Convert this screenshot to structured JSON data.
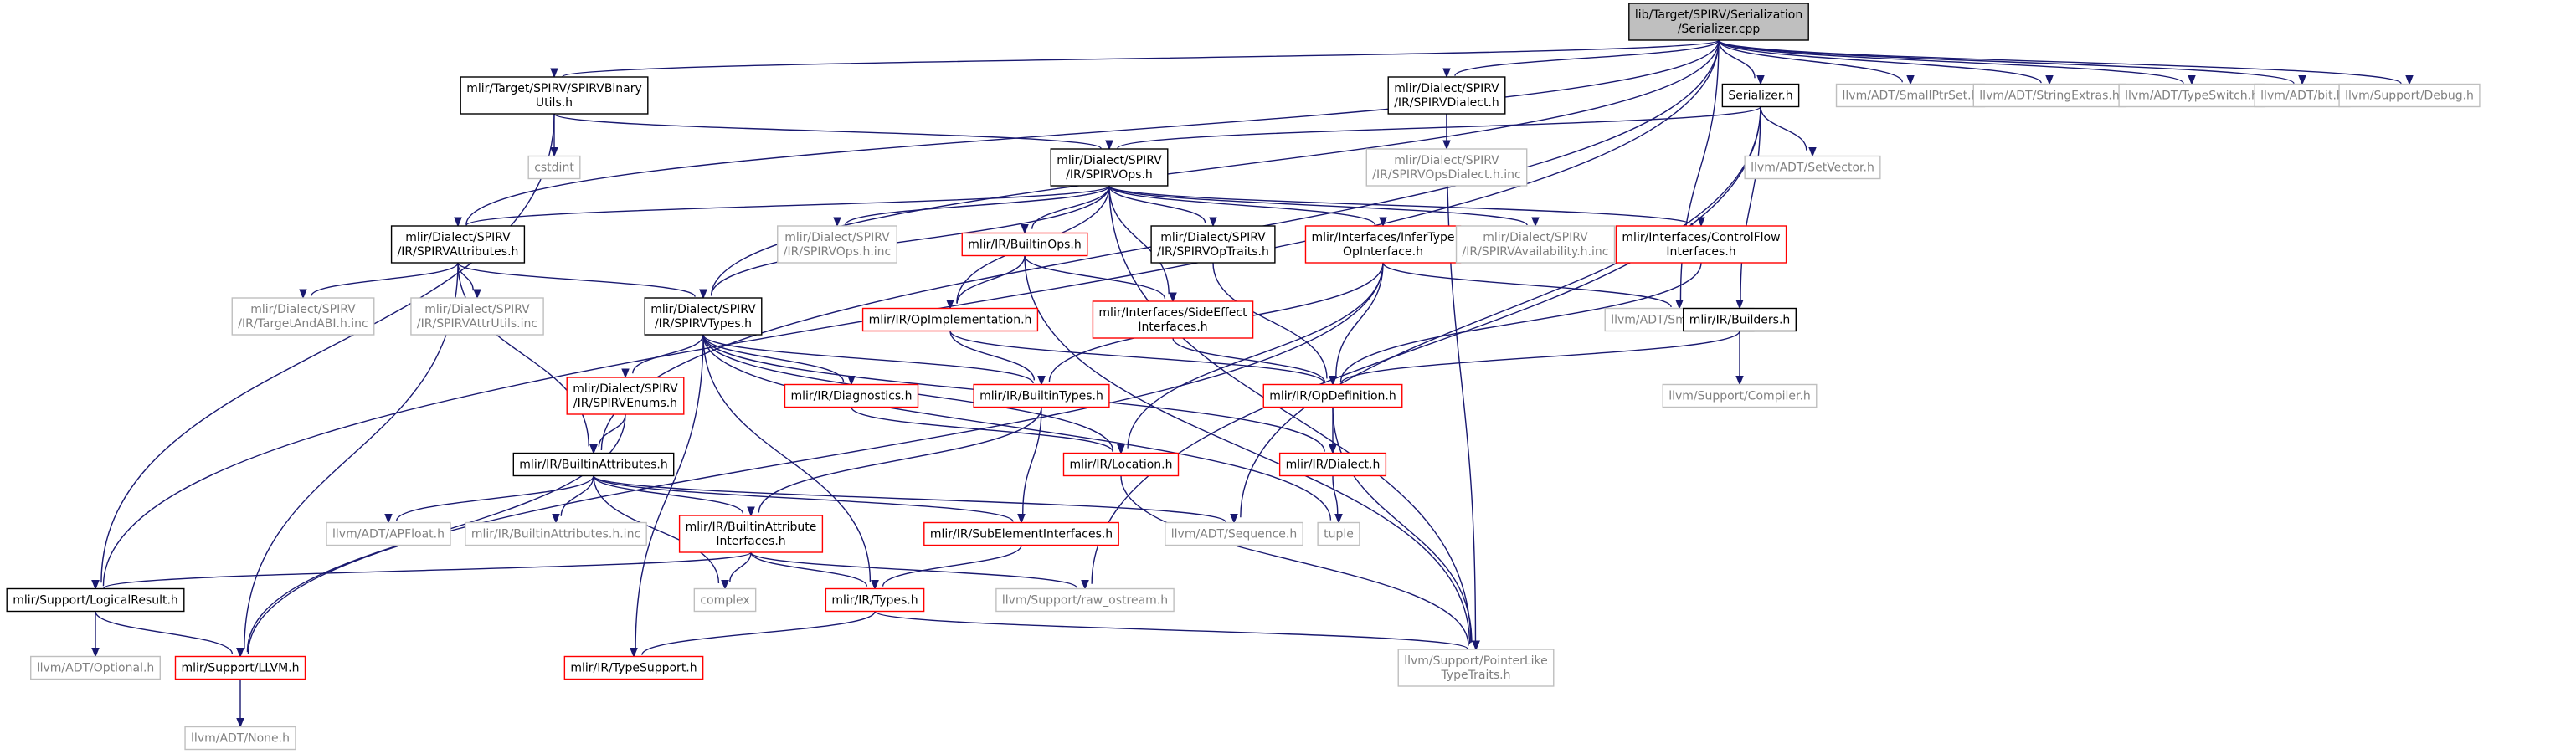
{
  "diagram": {
    "kind": "include-dependency-graph",
    "colors": {
      "edge": "#191970",
      "root_fill": "#bfbfbf",
      "normal_border": "#000000",
      "external_border": "#ff0000",
      "missing_border": "#bfbfbf",
      "missing_text": "#808080"
    },
    "nodes": [
      {
        "id": "root",
        "lines": [
          "lib/Target/SPIRV/Serialization",
          "/Serializer.cpp"
        ],
        "style": "root"
      },
      {
        "id": "binutils",
        "lines": [
          "mlir/Target/SPIRV/SPIRVBinary",
          "Utils.h"
        ],
        "style": "normal"
      },
      {
        "id": "spdialect",
        "lines": [
          "mlir/Dialect/SPIRV",
          "/IR/SPIRVDialect.h"
        ],
        "style": "normal"
      },
      {
        "id": "serh",
        "lines": [
          "Serializer.h"
        ],
        "style": "normal"
      },
      {
        "id": "smallptr",
        "lines": [
          "llvm/ADT/SmallPtrSet.h"
        ],
        "style": "missing"
      },
      {
        "id": "strextras",
        "lines": [
          "llvm/ADT/StringExtras.h"
        ],
        "style": "missing"
      },
      {
        "id": "typeswitch",
        "lines": [
          "llvm/ADT/TypeSwitch.h"
        ],
        "style": "missing"
      },
      {
        "id": "bit",
        "lines": [
          "llvm/ADT/bit.h"
        ],
        "style": "missing"
      },
      {
        "id": "debug",
        "lines": [
          "llvm/Support/Debug.h"
        ],
        "style": "missing"
      },
      {
        "id": "cstdint",
        "lines": [
          "cstdint"
        ],
        "style": "missing"
      },
      {
        "id": "spopsdialectinc",
        "lines": [
          "mlir/Dialect/SPIRV",
          "/IR/SPIRVOpsDialect.h.inc"
        ],
        "style": "missing"
      },
      {
        "id": "spops",
        "lines": [
          "mlir/Dialect/SPIRV",
          "/IR/SPIRVOps.h"
        ],
        "style": "normal"
      },
      {
        "id": "setvector",
        "lines": [
          "llvm/ADT/SetVector.h"
        ],
        "style": "missing"
      },
      {
        "id": "spattrs",
        "lines": [
          "mlir/Dialect/SPIRV",
          "/IR/SPIRVAttributes.h"
        ],
        "style": "normal"
      },
      {
        "id": "spopsinc",
        "lines": [
          "mlir/Dialect/SPIRV",
          "/IR/SPIRVOps.h.inc"
        ],
        "style": "missing"
      },
      {
        "id": "builtinops",
        "lines": [
          "mlir/IR/BuiltinOps.h"
        ],
        "style": "external"
      },
      {
        "id": "spoptraits",
        "lines": [
          "mlir/Dialect/SPIRV",
          "/IR/SPIRVOpTraits.h"
        ],
        "style": "normal"
      },
      {
        "id": "infertype",
        "lines": [
          "mlir/Interfaces/InferType",
          "OpInterface.h"
        ],
        "style": "external"
      },
      {
        "id": "spavail",
        "lines": [
          "mlir/Dialect/SPIRV",
          "/IR/SPIRVAvailability.h.inc"
        ],
        "style": "missing"
      },
      {
        "id": "ctrlflow",
        "lines": [
          "mlir/Interfaces/ControlFlow",
          "Interfaces.h"
        ],
        "style": "external"
      },
      {
        "id": "targetabi",
        "lines": [
          "mlir/Dialect/SPIRV",
          "/IR/TargetAndABI.h.inc"
        ],
        "style": "missing"
      },
      {
        "id": "attrutils",
        "lines": [
          "mlir/Dialect/SPIRV",
          "/IR/SPIRVAttrUtils.inc"
        ],
        "style": "missing"
      },
      {
        "id": "sptypes",
        "lines": [
          "mlir/Dialect/SPIRV",
          "/IR/SPIRVTypes.h"
        ],
        "style": "normal"
      },
      {
        "id": "opimpl",
        "lines": [
          "mlir/IR/OpImplementation.h"
        ],
        "style": "external"
      },
      {
        "id": "sideeffect",
        "lines": [
          "mlir/Interfaces/SideEffect",
          "Interfaces.h"
        ],
        "style": "external"
      },
      {
        "id": "smallvector",
        "lines": [
          "llvm/ADT/SmallVector.h"
        ],
        "style": "missing"
      },
      {
        "id": "builders",
        "lines": [
          "mlir/IR/Builders.h"
        ],
        "style": "normal"
      },
      {
        "id": "spenums",
        "lines": [
          "mlir/Dialect/SPIRV",
          "/IR/SPIRVEnums.h"
        ],
        "style": "external"
      },
      {
        "id": "diagnostics",
        "lines": [
          "mlir/IR/Diagnostics.h"
        ],
        "style": "external"
      },
      {
        "id": "builtintypes",
        "lines": [
          "mlir/IR/BuiltinTypes.h"
        ],
        "style": "external"
      },
      {
        "id": "opdef",
        "lines": [
          "mlir/IR/OpDefinition.h"
        ],
        "style": "external"
      },
      {
        "id": "compiler",
        "lines": [
          "llvm/Support/Compiler.h"
        ],
        "style": "missing"
      },
      {
        "id": "builtinattrs",
        "lines": [
          "mlir/IR/BuiltinAttributes.h"
        ],
        "style": "normal"
      },
      {
        "id": "location",
        "lines": [
          "mlir/IR/Location.h"
        ],
        "style": "external"
      },
      {
        "id": "dialect",
        "lines": [
          "mlir/IR/Dialect.h"
        ],
        "style": "external"
      },
      {
        "id": "apfloat",
        "lines": [
          "llvm/ADT/APFloat.h"
        ],
        "style": "missing"
      },
      {
        "id": "battrinc",
        "lines": [
          "mlir/IR/BuiltinAttributes.h.inc"
        ],
        "style": "missing"
      },
      {
        "id": "battriface",
        "lines": [
          "mlir/IR/BuiltinAttribute",
          "Interfaces.h"
        ],
        "style": "external"
      },
      {
        "id": "subelem",
        "lines": [
          "mlir/IR/SubElementInterfaces.h"
        ],
        "style": "external"
      },
      {
        "id": "sequence",
        "lines": [
          "llvm/ADT/Sequence.h"
        ],
        "style": "missing"
      },
      {
        "id": "tuple",
        "lines": [
          "tuple"
        ],
        "style": "missing"
      },
      {
        "id": "logicalresult",
        "lines": [
          "mlir/Support/LogicalResult.h"
        ],
        "style": "normal"
      },
      {
        "id": "complex",
        "lines": [
          "complex"
        ],
        "style": "missing"
      },
      {
        "id": "types",
        "lines": [
          "mlir/IR/Types.h"
        ],
        "style": "external"
      },
      {
        "id": "rawostream",
        "lines": [
          "llvm/Support/raw_ostream.h"
        ],
        "style": "missing"
      },
      {
        "id": "optional",
        "lines": [
          "llvm/ADT/Optional.h"
        ],
        "style": "missing"
      },
      {
        "id": "llvmh",
        "lines": [
          "mlir/Support/LLVM.h"
        ],
        "style": "external"
      },
      {
        "id": "typesupport",
        "lines": [
          "mlir/IR/TypeSupport.h"
        ],
        "style": "external"
      },
      {
        "id": "ptrlike",
        "lines": [
          "llvm/Support/PointerLike",
          "TypeTraits.h"
        ],
        "style": "missing"
      },
      {
        "id": "none",
        "lines": [
          "llvm/ADT/None.h"
        ],
        "style": "missing"
      }
    ],
    "edges": [
      [
        "root",
        "binutils"
      ],
      [
        "root",
        "spdialect"
      ],
      [
        "root",
        "serh"
      ],
      [
        "root",
        "smallptr"
      ],
      [
        "root",
        "strextras"
      ],
      [
        "root",
        "typeswitch"
      ],
      [
        "root",
        "bit"
      ],
      [
        "root",
        "debug"
      ],
      [
        "root",
        "logicalresult"
      ],
      [
        "root",
        "spattrs"
      ],
      [
        "root",
        "sptypes"
      ],
      [
        "root",
        "smallvector"
      ],
      [
        "root",
        "builtinattrs"
      ],
      [
        "binutils",
        "cstdint"
      ],
      [
        "binutils",
        "spops"
      ],
      [
        "binutils",
        "logicalresult"
      ],
      [
        "spdialect",
        "spopsdialectinc"
      ],
      [
        "spdialect",
        "ptrlike"
      ],
      [
        "serh",
        "spops"
      ],
      [
        "serh",
        "setvector"
      ],
      [
        "serh",
        "builders"
      ],
      [
        "serh",
        "sequence"
      ],
      [
        "serh",
        "rawostream"
      ],
      [
        "spops",
        "spattrs"
      ],
      [
        "spops",
        "spopsinc"
      ],
      [
        "spops",
        "builtinops"
      ],
      [
        "spops",
        "spoptraits"
      ],
      [
        "spops",
        "infertype"
      ],
      [
        "spops",
        "spavail"
      ],
      [
        "spops",
        "ctrlflow"
      ],
      [
        "spops",
        "sptypes"
      ],
      [
        "spops",
        "opimpl"
      ],
      [
        "spops",
        "sideeffect"
      ],
      [
        "spops",
        "ptrlike"
      ],
      [
        "spattrs",
        "targetabi"
      ],
      [
        "spattrs",
        "attrutils"
      ],
      [
        "spattrs",
        "sptypes"
      ],
      [
        "spattrs",
        "builtinattrs"
      ],
      [
        "spattrs",
        "llvmh"
      ],
      [
        "builtinops",
        "opimpl"
      ],
      [
        "builtinops",
        "sideeffect"
      ],
      [
        "builtinops",
        "ptrlike"
      ],
      [
        "spoptraits",
        "opdef"
      ],
      [
        "infertype",
        "builtintypes"
      ],
      [
        "infertype",
        "opdef"
      ],
      [
        "infertype",
        "location"
      ],
      [
        "infertype",
        "smallvector"
      ],
      [
        "infertype",
        "llvmh"
      ],
      [
        "ctrlflow",
        "opdef"
      ],
      [
        "sptypes",
        "spenums"
      ],
      [
        "sptypes",
        "diagnostics"
      ],
      [
        "sptypes",
        "builtintypes"
      ],
      [
        "sptypes",
        "typesupport"
      ],
      [
        "sptypes",
        "location"
      ],
      [
        "sptypes",
        "tuple"
      ],
      [
        "sptypes",
        "types"
      ],
      [
        "sptypes",
        "dialect"
      ],
      [
        "opimpl",
        "builtintypes"
      ],
      [
        "opimpl",
        "opdef"
      ],
      [
        "sideeffect",
        "opdef"
      ],
      [
        "builders",
        "opdef"
      ],
      [
        "builders",
        "compiler"
      ],
      [
        "spenums",
        "builtinattrs"
      ],
      [
        "spenums",
        "llvmh"
      ],
      [
        "diagnostics",
        "location"
      ],
      [
        "builtintypes",
        "battriface"
      ],
      [
        "builtintypes",
        "subelem"
      ],
      [
        "opdef",
        "dialect"
      ],
      [
        "opdef",
        "ptrlike"
      ],
      [
        "builtinattrs",
        "apfloat"
      ],
      [
        "builtinattrs",
        "battrinc"
      ],
      [
        "builtinattrs",
        "battriface"
      ],
      [
        "builtinattrs",
        "subelem"
      ],
      [
        "builtinattrs",
        "sequence"
      ],
      [
        "builtinattrs",
        "complex"
      ],
      [
        "location",
        "ptrlike"
      ],
      [
        "dialect",
        "tuple"
      ],
      [
        "battriface",
        "logicalresult"
      ],
      [
        "battriface",
        "complex"
      ],
      [
        "battriface",
        "types"
      ],
      [
        "battriface",
        "rawostream"
      ],
      [
        "subelem",
        "types"
      ],
      [
        "logicalresult",
        "optional"
      ],
      [
        "logicalresult",
        "llvmh"
      ],
      [
        "types",
        "typesupport"
      ],
      [
        "types",
        "ptrlike"
      ],
      [
        "llvmh",
        "none"
      ]
    ]
  }
}
